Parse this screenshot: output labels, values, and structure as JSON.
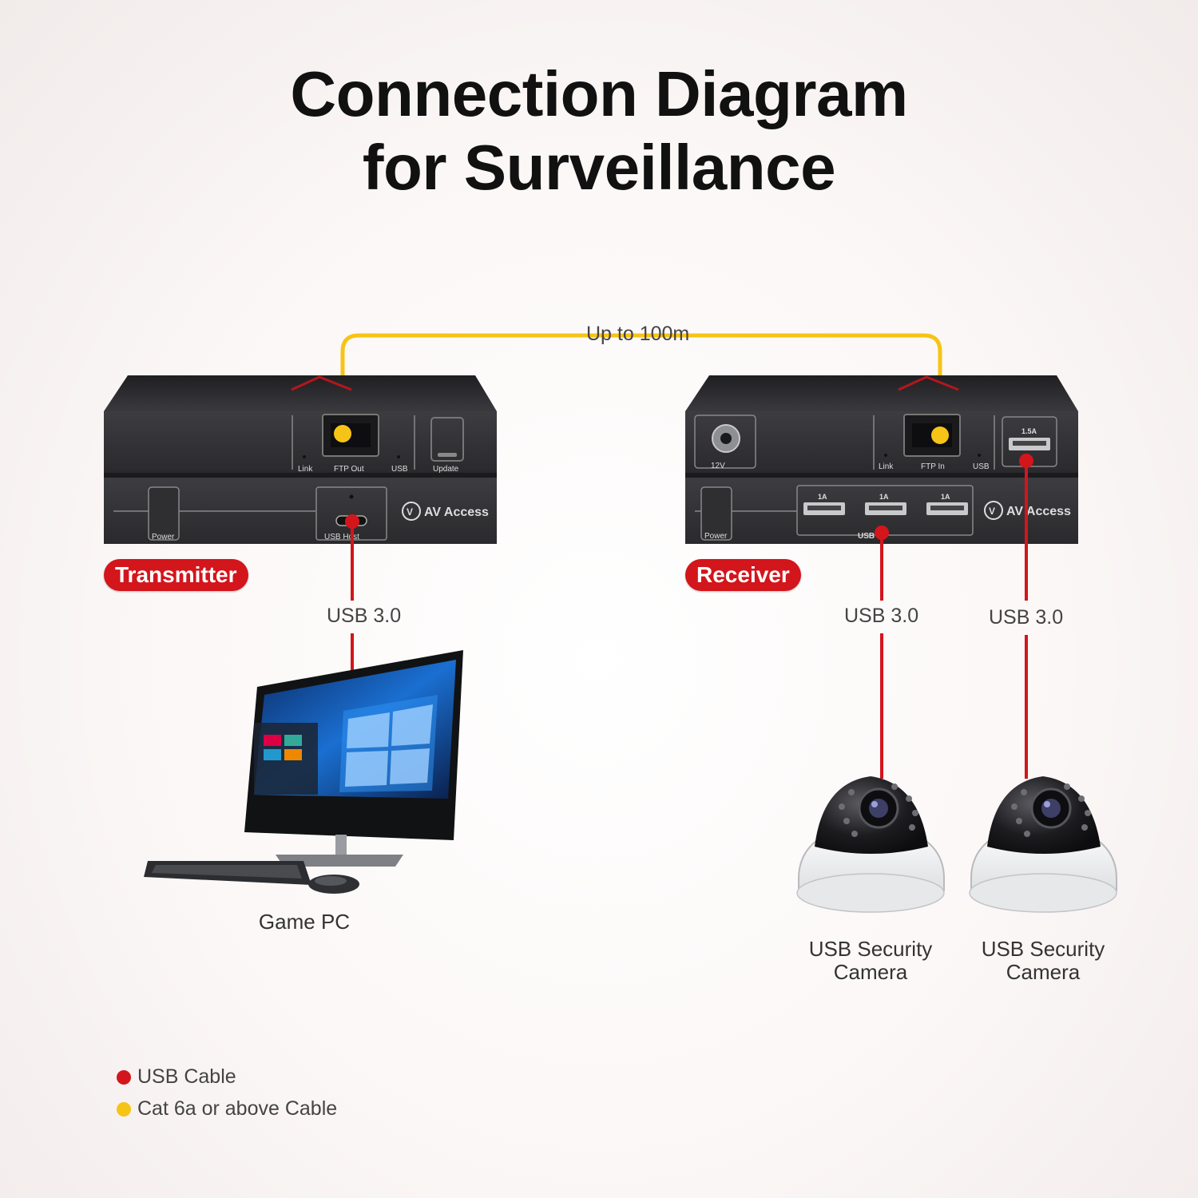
{
  "title": {
    "line1": "Connection Diagram",
    "line2": "for Surveillance"
  },
  "cable": {
    "distance": "Up to 100m"
  },
  "transmitter": {
    "tag": "Transmitter",
    "labels": {
      "link": "Link",
      "port": "FTP Out",
      "usb": "USB",
      "update": "Update",
      "power": "Power",
      "usb_host": "USB Host",
      "brand": "AV Access"
    }
  },
  "receiver": {
    "tag": "Receiver",
    "labels": {
      "dc": "12V",
      "link": "Link",
      "port": "FTP In",
      "usb": "USB",
      "current_top": "1.5A",
      "current_port": "1A",
      "power": "Power",
      "usb_front": "USB",
      "brand": "AV Access"
    }
  },
  "connections": [
    {
      "label": "USB 3.0"
    },
    {
      "label": "USB 3.0"
    },
    {
      "label": "USB 3.0"
    }
  ],
  "devices": {
    "pc": "Game PC",
    "camera1": {
      "line1": "USB Security",
      "line2": "Camera"
    },
    "camera2": {
      "line1": "USB Security",
      "line2": "Camera"
    }
  },
  "legend": [
    {
      "label": "USB Cable",
      "color": "#d3151c"
    },
    {
      "label": "Cat 6a or above Cable",
      "color": "#f6c416"
    }
  ],
  "colors": {
    "usb_cable": "#d3151c",
    "cat_cable": "#f6c416",
    "device_body": "#2b2b2e"
  }
}
